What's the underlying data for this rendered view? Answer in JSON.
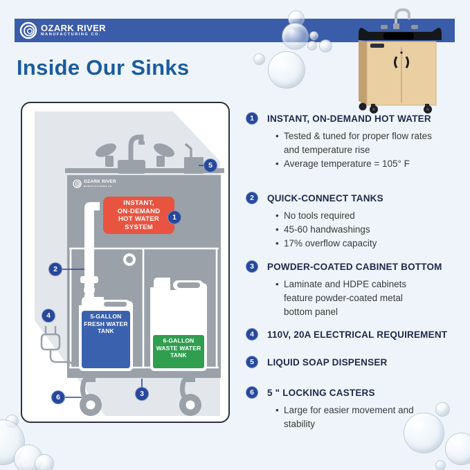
{
  "brand": {
    "name": "OZARK RIVER",
    "subtitle": "MANUFACTURING CO."
  },
  "title": "Inside Our Sinks",
  "diagram": {
    "hot_water_box": {
      "lines": [
        "INSTANT,",
        "ON-DEMAND",
        "HOT WATER",
        "SYSTEM"
      ]
    },
    "fresh_tank": {
      "lines": [
        "5-GALLON",
        "FRESH WATER",
        "TANK"
      ]
    },
    "waste_tank": {
      "lines": [
        "6-GALLON",
        "WASTE WATER",
        "TANK"
      ]
    },
    "callouts": [
      {
        "number": "1"
      },
      {
        "number": "2"
      },
      {
        "number": "3"
      },
      {
        "number": "4"
      },
      {
        "number": "5"
      },
      {
        "number": "6"
      }
    ]
  },
  "features": [
    {
      "number": "1",
      "title": "INSTANT, ON-DEMAND HOT WATER",
      "bullets": [
        "Tested & tuned for proper flow rates and temperature rise",
        "Average temperature = 105° F"
      ]
    },
    {
      "number": "2",
      "title": "QUICK-CONNECT TANKS",
      "bullets": [
        "No tools required",
        "45-60 handwashings",
        "17% overflow capacity"
      ]
    },
    {
      "number": "3",
      "title": "POWDER-COATED CABINET BOTTOM",
      "bullets": [
        "Laminate and HDPE cabinets feature powder-coated metal bottom panel"
      ]
    },
    {
      "number": "4",
      "title": "110V, 20A ELECTRICAL REQUIREMENT",
      "bullets": []
    },
    {
      "number": "5",
      "title": "LIQUID SOAP DISPENSER",
      "bullets": []
    },
    {
      "number": "6",
      "title": "5 \" LOCKING CASTERS",
      "bullets": [
        "Large for easier movement and stability"
      ]
    }
  ],
  "colors": {
    "header_bar": "#3b5ca8",
    "title_blue": "#1a5c9e",
    "callout_blue": "#27489b",
    "hot_water_orange": "#e85440",
    "fresh_tank_blue": "#3a61ad",
    "waste_tank_green": "#2f9e4f",
    "cabinet_gray": "#9ba1a8",
    "background": "#eef4f9"
  }
}
